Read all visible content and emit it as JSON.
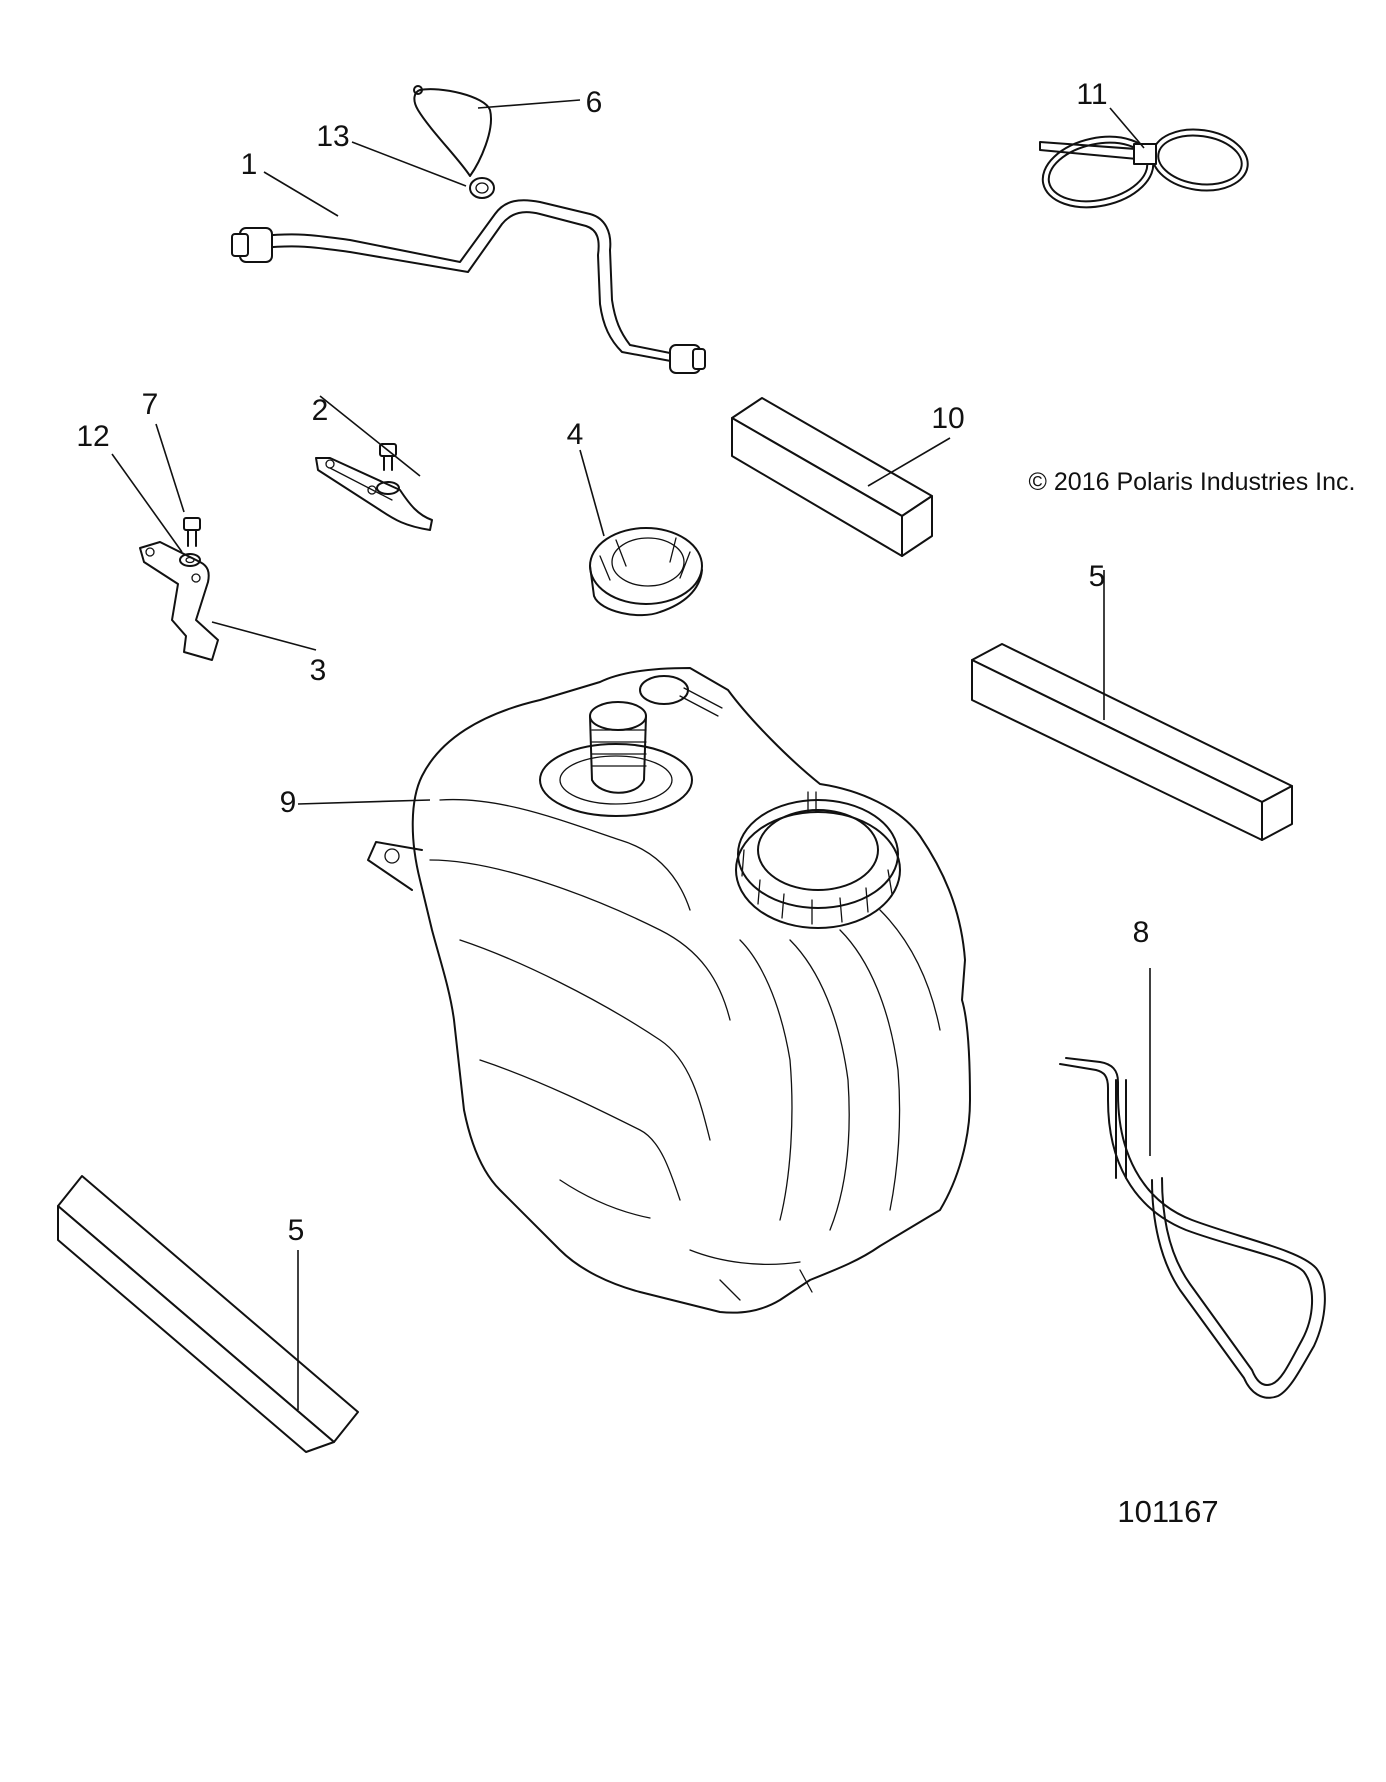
{
  "copyright": "© 2016 Polaris Industries Inc.",
  "figure_number": "101167",
  "callouts": {
    "c1": "1",
    "c2": "2",
    "c3": "3",
    "c4": "4",
    "c5a": "5",
    "c5b": "5",
    "c6": "6",
    "c7": "7",
    "c8": "8",
    "c9": "9",
    "c10": "10",
    "c11": "11",
    "c12": "12",
    "c13": "13"
  }
}
